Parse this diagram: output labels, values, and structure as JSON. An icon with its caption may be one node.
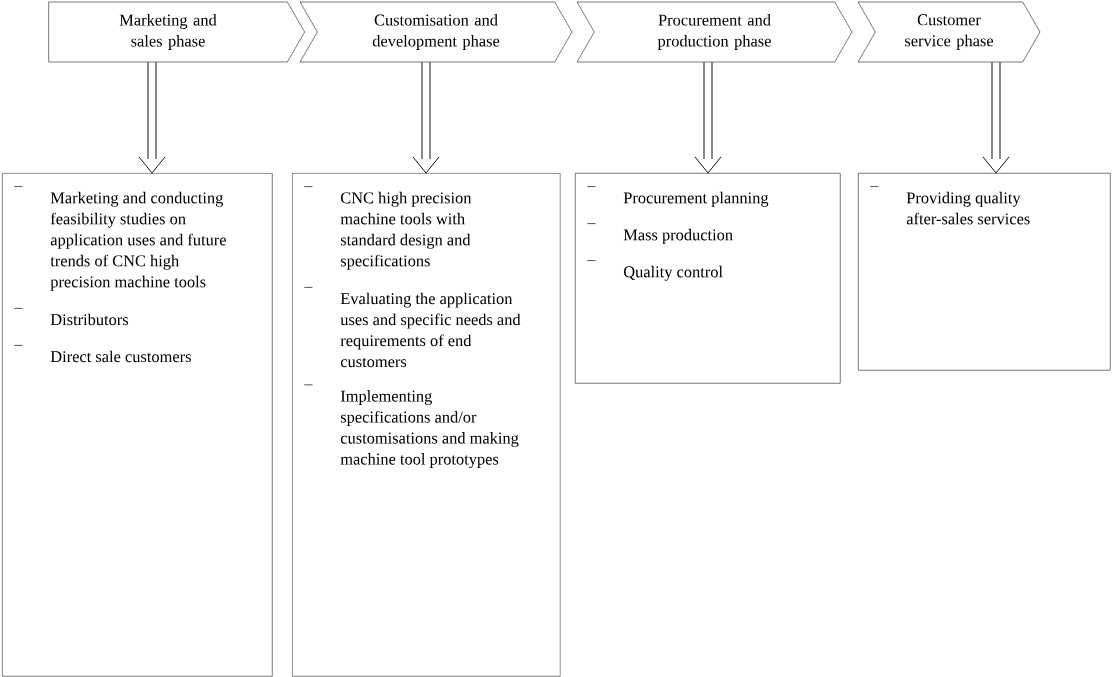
{
  "diagram": {
    "nodes": [
      {
        "text": [
          "Marketing and sales phase"
        ]
      },
      {
        "text": [
          "Customisation and development phase"
        ]
      },
      {
        "text": [
          "Procurement and production phase"
        ]
      },
      {
        "text": [
          "Customer service phase"
        ]
      },
      {
        "text": [
          "Marketing and conducting feasibility studies on application uses and future trends of CNC high precision machine tools",
          "Distributors",
          "Direct sale customers"
        ]
      },
      {
        "text": [
          "CNC high precision machine tools with standard design and specifications",
          "Evaluating the application uses and specific needs and requirements of end customers",
          "Implementing specifications and/or customisations and making machine tool prototypes"
        ]
      },
      {
        "text": [
          "Procurement planning",
          "Mass production",
          "Quality control"
        ]
      },
      {
        "text": [
          "Providing quality after-sales services"
        ]
      }
    ],
    "edges": [
      {
        "from": 0,
        "to": 4,
        "arrow": "to"
      },
      {
        "from": 1,
        "to": 5,
        "arrow": "to"
      },
      {
        "from": 2,
        "to": 6,
        "arrow": "to"
      },
      {
        "from": 3,
        "to": 7,
        "arrow": "to"
      }
    ]
  }
}
